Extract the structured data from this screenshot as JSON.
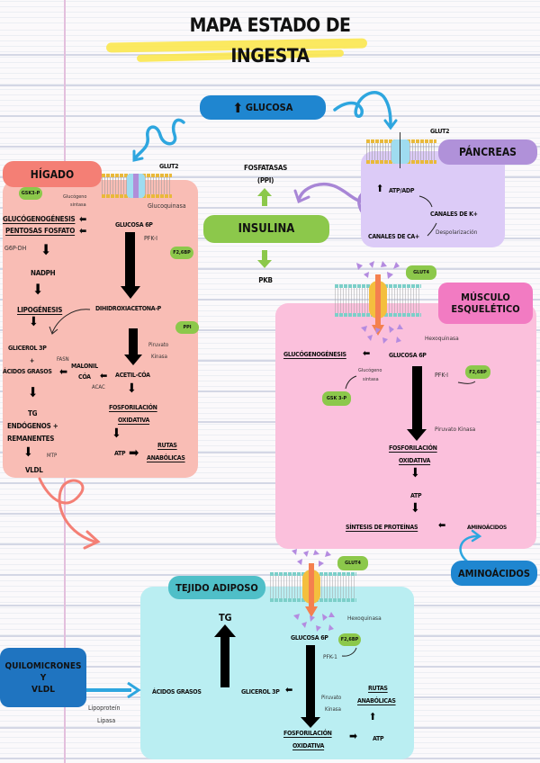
{
  "title": {
    "line1": "MAPA ESTADO DE",
    "line2": "INGESTA"
  },
  "colors": {
    "glucosa_pill": "#1f86d0",
    "insulina_pill": "#8cc84b",
    "higado_panel": "#f9bdb5",
    "higado_label": "#f47f75",
    "pancreas_panel": "#dccbf7",
    "pancreas_label": "#b091d9",
    "musculo_panel": "#fbc0dc",
    "musculo_label": "#f27bc2",
    "adiposo_panel": "#baeef2",
    "adiposo_label": "#4fbfc8",
    "quilo_pill": "#1f74c0",
    "chip": "#8cc84b",
    "margin_line": "#e3bfdd"
  },
  "center": {
    "glucosa": "GLUCOSA",
    "glucosa_icon": "arrow-up-icon",
    "fosfatasas": "FOSFATASAS",
    "ppi": "(PPI)",
    "insulina": "INSULINA",
    "pkb": "PKB"
  },
  "higado": {
    "label": "HÍGADO",
    "transporter": "GLUT2",
    "gsk3p": "GSK3-P",
    "glucogeno_sintasa_1": "Glucógeno",
    "glucogeno_sintasa_2": "sintasa",
    "glucoquinasa": "Glucoquinasa",
    "glucogenogenesis": "GLUCÓGENOGÉNESIS",
    "pentosas": "PENTOSAS FOSFATO",
    "g6pdh": "G6P-DH",
    "nadph": "NADPH",
    "lipogenesis": "LIPOGÉNESIS",
    "glucosa6p": "GLUCOSA 6P",
    "pfk1": "PFK-I",
    "f26bp": "F2,6BP",
    "dihidroxiacetona": "DIHIDROXIACETONA-P",
    "ppi": "PPI",
    "piruvato": "Piruvato",
    "kinasa": "Kinasa",
    "glicerol3p": "GLICEROL 3P",
    "plus": "+",
    "acidos_grasos": "ÁCIDOS GRASOS",
    "fasn": "FASN",
    "malonil": "MALONIL",
    "coa": "CÓA",
    "acac": "ACAC",
    "acetil_coa": "ACETIL-CÓA",
    "fosforilacion": "FOSFORILACIÓN",
    "oxidativa": "OXIDATIVA",
    "tg": "TG",
    "endogenos": "ENDÓGENOS +",
    "remanentes": "REMANENTES",
    "mtp": "MTP",
    "vldl": "VLDL",
    "atp": "ATP",
    "rutas": "RUTAS",
    "anabolicas": "ANABÓLICAS"
  },
  "pancreas": {
    "label": "PÁNCREAS",
    "transporter": "GLUT2",
    "atp_adp": "ATP/ADP",
    "canales_k": "CANALES DE K+",
    "despolarizacion": "Despolarización",
    "canales_ca": "CANALES DE CA+"
  },
  "musculo": {
    "label1": "MÚSCULO",
    "label2": "ESQUELÉTICO",
    "transporter": "GLUT4",
    "hexoquinasa": "Hexoquinasa",
    "glucogenogenesis": "GLUCÓGENOGÉNESIS",
    "glucosa6p": "GLUCOSA 6P",
    "glucogeno_sintasa_1": "Glucógeno",
    "glucogeno_sintasa_2": "sintasa",
    "pfk1": "PFK-I",
    "f26bp": "F2,6BP",
    "gsk3p": "GSK 3-P",
    "piruvato_kinasa": "Piruvato Kinasa",
    "fosforilacion": "FOSFORILACIÓN",
    "oxidativa": "OXIDATIVA",
    "atp": "ATP",
    "sintesis": "SÍNTESIS DE PROTEÍNAS",
    "aminoacidos_small": "AMINOÁCIDOS",
    "aminoacidos_pill": "AMINOÁCIDOS"
  },
  "adiposo": {
    "label": "TEJIDO ADIPOSO",
    "transporter": "GLUT4",
    "hexoquinasa": "Hexoquinasa",
    "tg": "TG",
    "glucosa6p": "GLUCOSA 6P",
    "f26bp": "F2,6BP",
    "pfk1": "PFK-1",
    "acidos_grasos": "ÁCIDOS GRASOS",
    "glicerol3p": "GLICEROL 3P",
    "piruvato": "Piruvato",
    "kinasa": "Kinasa",
    "rutas": "RUTAS",
    "anabolicas": "ANABÓLICAS",
    "fosforilacion": "FOSFORILACIÓN",
    "oxidativa": "OXIDATIVA",
    "atp": "ATP"
  },
  "quilomicrones": {
    "line1": "QUILOMICRONES",
    "line2": "Y",
    "line3": "VLDL",
    "lpl1": "Lipoproteín",
    "lpl2": "Lipasa"
  }
}
